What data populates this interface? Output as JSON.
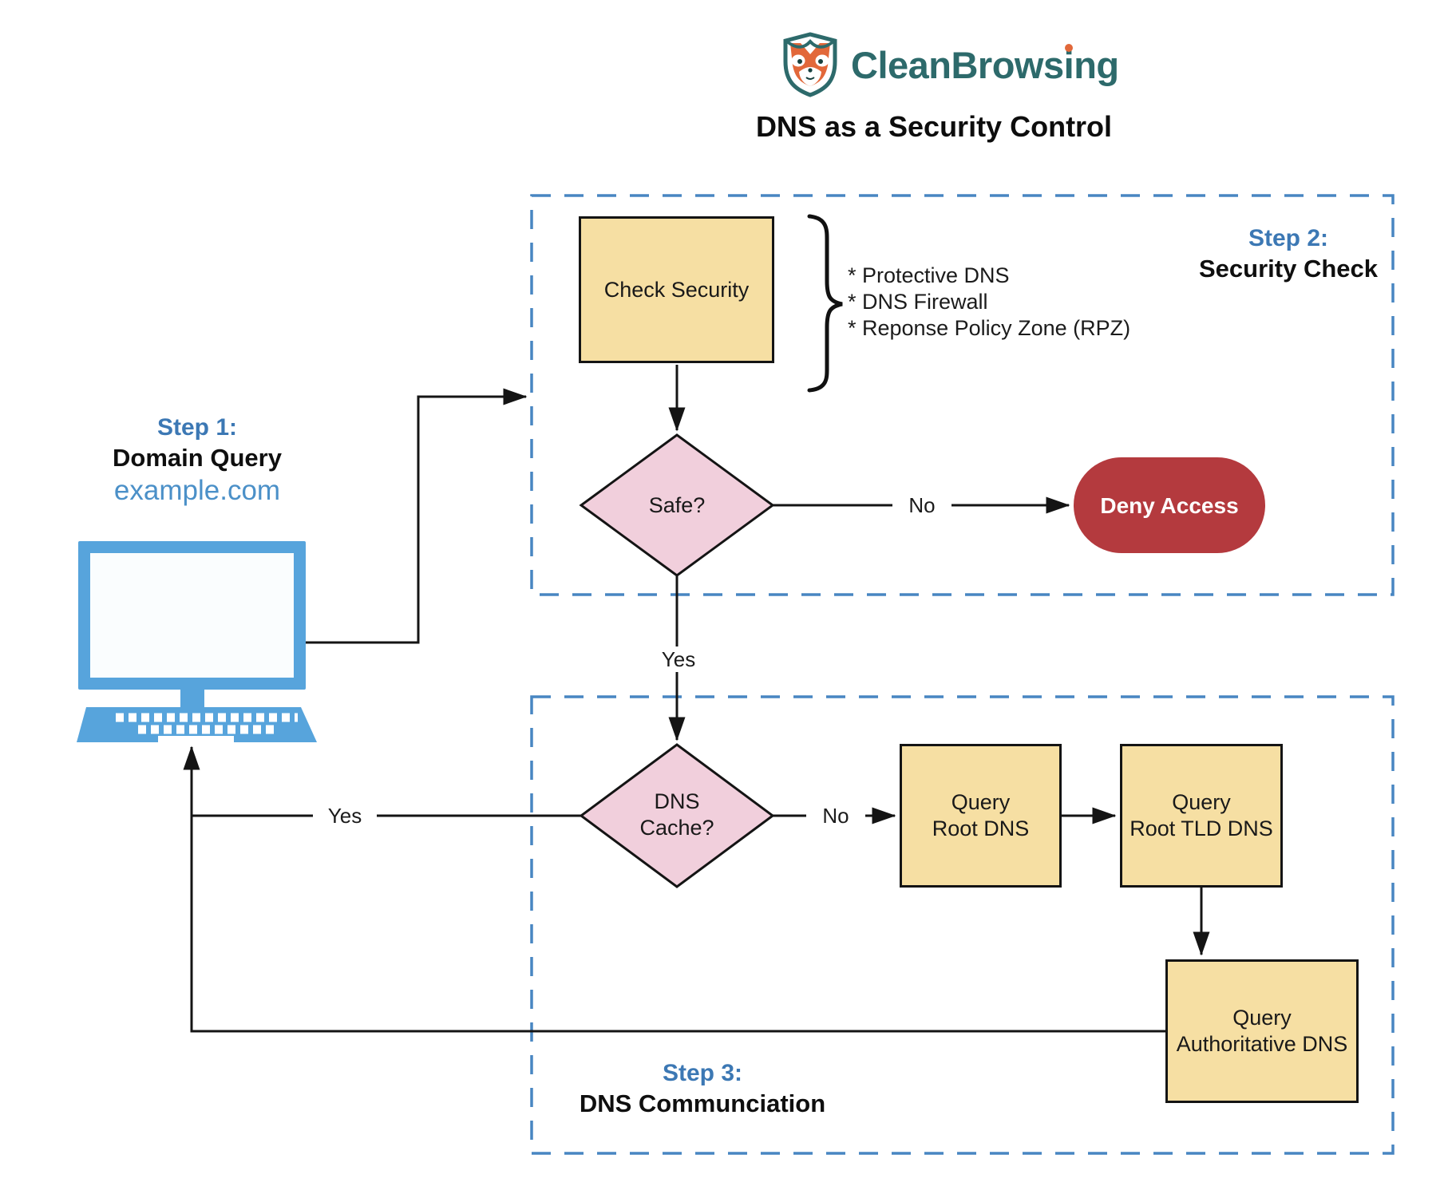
{
  "colors": {
    "step_blue": "#3c78b4",
    "domain_blue": "#4b90c8",
    "computer_blue": "#57a4dc",
    "dashed_blue": "#4886c2",
    "node_yellow": "#f6dfa3",
    "node_pink": "#f1cfdc",
    "deny_red": "#b43a3e",
    "brand_teal": "#2d6a6b",
    "brand_orange": "#e2683a"
  },
  "header": {
    "brand_pre": "CleanBrows",
    "brand_i": "i",
    "brand_post": "ng",
    "logo_icon": "fox-shield-icon",
    "title": "DNS as a Security Control"
  },
  "step1": {
    "label": "Step 1:",
    "name": "Domain Query",
    "domain": "example.com"
  },
  "step2": {
    "label": "Step 2:",
    "name": "Security Check",
    "check_security": "Check Security",
    "bullets": [
      "* Protective DNS",
      "* DNS Firewall",
      "* Reponse Policy Zone (RPZ)"
    ],
    "decision": "Safe?",
    "edge_no": "No",
    "edge_yes": "Yes",
    "deny": "Deny Access"
  },
  "step3": {
    "label": "Step 3:",
    "name": "DNS Communciation",
    "decision": "DNS\nCache?",
    "edge_no": "No",
    "edge_yes": "Yes",
    "query_root": "Query\nRoot DNS",
    "query_tld": "Query\nRoot TLD DNS",
    "query_auth": "Query\nAuthoritative DNS"
  }
}
